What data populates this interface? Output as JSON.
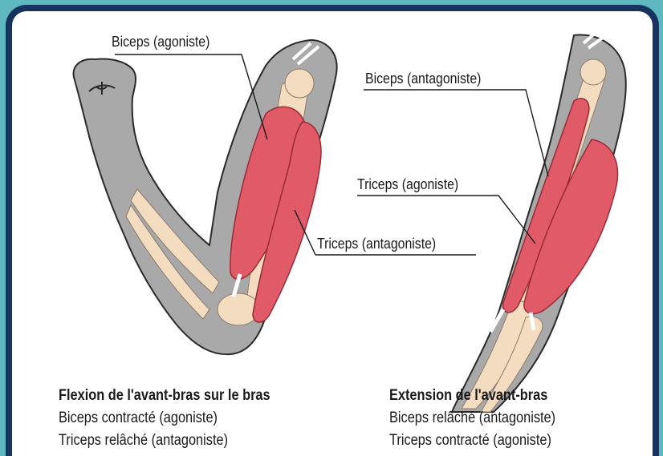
{
  "flexion": {
    "label_biceps": "Biceps (agoniste)",
    "label_triceps": "Triceps (antagoniste)",
    "title": "Flexion de l'avant-bras sur le bras",
    "line1": "Biceps contracté (agoniste)",
    "line2": "Triceps relâché (antagoniste)"
  },
  "extension": {
    "label_biceps": "Biceps (antagoniste)",
    "label_triceps": "Triceps (agoniste)",
    "title": "Extension de l'avant-bras",
    "line1": "Biceps relâché (antagoniste)",
    "line2": "Triceps contracté (agoniste)"
  },
  "colors": {
    "frame": "#16325f",
    "background": "#5fb8bf",
    "arm": "#a9a9a9",
    "muscle": "#e05a68",
    "bone": "#f3dcc0"
  }
}
